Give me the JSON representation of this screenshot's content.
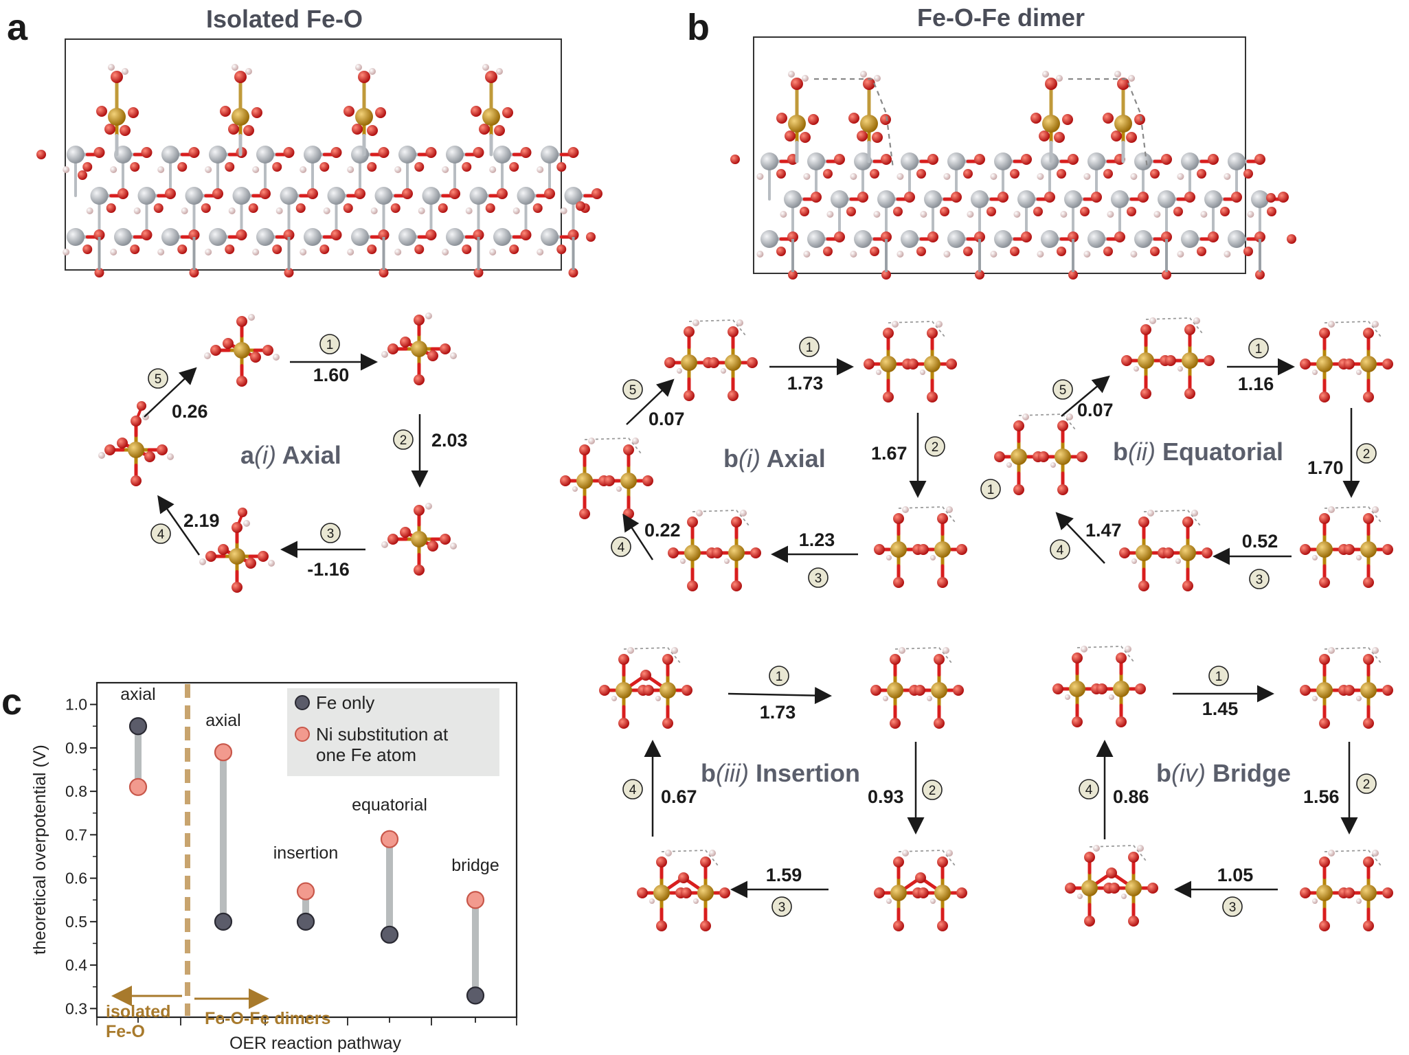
{
  "panel_a": {
    "letter": "a",
    "title": "Isolated Fe-O"
  },
  "panel_b": {
    "letter": "b",
    "title": "Fe-O-Fe dimer"
  },
  "panel_c": {
    "letter": "c"
  },
  "cycles": [
    {
      "id": "a-axial",
      "title_prefix": "a",
      "title_italic": "(i)",
      "title_rest": " Axial",
      "steps": [
        {
          "num": "1",
          "value": "1.60"
        },
        {
          "num": "2",
          "value": "2.03"
        },
        {
          "num": "3",
          "value": "-1.16"
        },
        {
          "num": "4",
          "value": "2.19"
        },
        {
          "num": "5",
          "value": "0.26"
        }
      ]
    },
    {
      "id": "b-axial",
      "title_prefix": "b",
      "title_italic": "(i)",
      "title_rest": " Axial",
      "steps": [
        {
          "num": "1",
          "value": "1.73"
        },
        {
          "num": "2",
          "value": "1.67"
        },
        {
          "num": "3",
          "value": "1.23"
        },
        {
          "num": "4",
          "value": "0.22"
        },
        {
          "num": "5",
          "value": "0.07"
        }
      ]
    },
    {
      "id": "b-equatorial",
      "title_prefix": "b",
      "title_italic": "(ii)",
      "title_rest": " Equatorial",
      "steps": [
        {
          "num": "1",
          "value": "1.16"
        },
        {
          "num": "2",
          "value": "1.70"
        },
        {
          "num": "3",
          "value": "0.52"
        },
        {
          "num": "4",
          "value": "1.47"
        },
        {
          "num": "5",
          "value": "0.07"
        },
        {
          "num": "1",
          "value": ""
        }
      ]
    },
    {
      "id": "b-insertion",
      "title_prefix": "b",
      "title_italic": "(iii)",
      "title_rest": " Insertion",
      "steps": [
        {
          "num": "1",
          "value": "1.73"
        },
        {
          "num": "2",
          "value": "0.93"
        },
        {
          "num": "3",
          "value": "1.59"
        },
        {
          "num": "4",
          "value": "0.67"
        }
      ]
    },
    {
      "id": "b-bridge",
      "title_prefix": "b",
      "title_italic": "(iv)",
      "title_rest": " Bridge",
      "steps": [
        {
          "num": "1",
          "value": "1.45"
        },
        {
          "num": "2",
          "value": "1.56"
        },
        {
          "num": "3",
          "value": "1.05"
        },
        {
          "num": "4",
          "value": "0.86"
        }
      ]
    }
  ],
  "colors": {
    "fe": "#b8860b",
    "ni": "#b8bdc2",
    "o": "#d81e1e",
    "h": "#f2dcdc",
    "fe_only": "#5b5c6a",
    "ni_sub": "#f29a8e",
    "divider": "#c8a46e",
    "region_text": "#a87a2c"
  },
  "chart_data": {
    "type": "scatter",
    "xlabel": "OER reaction pathway",
    "ylabel": "theoretical overpotential (V)",
    "ylim": [
      0.28,
      1.05
    ],
    "yticks": [
      "0.3",
      "0.4",
      "0.5",
      "0.6",
      "0.7",
      "0.8",
      "0.9",
      "1.0"
    ],
    "categories": [
      "axial",
      "axial",
      "insertion",
      "equatorial",
      "bridge"
    ],
    "series": [
      {
        "name": "Fe only",
        "values": [
          0.95,
          0.5,
          0.5,
          0.47,
          0.33
        ]
      },
      {
        "name": "Ni substitution at one Fe atom",
        "values": [
          0.81,
          0.89,
          0.57,
          0.69,
          0.55
        ]
      }
    ],
    "legend_position": "top-right",
    "annotations": {
      "left_region": "isolated\nFe-O",
      "right_region": "Fe-O-Fe dimers"
    }
  }
}
